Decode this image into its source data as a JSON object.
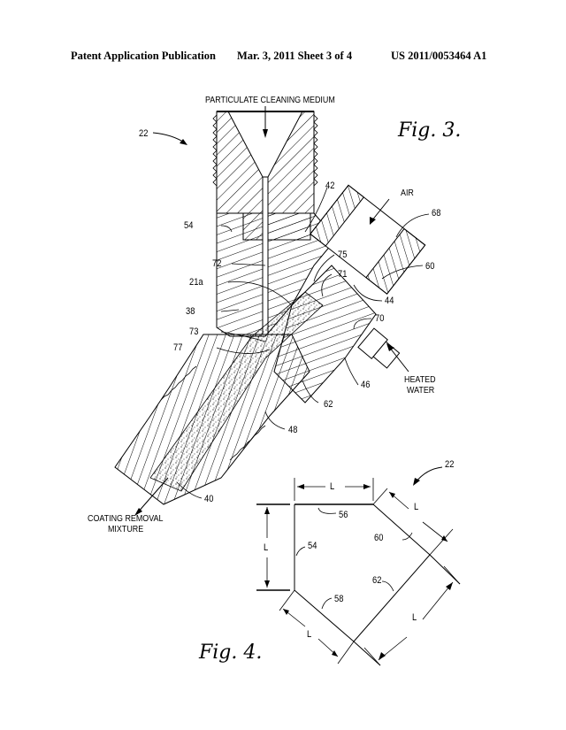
{
  "header": {
    "publication": "Patent Application Publication",
    "date_sheet": "Mar. 3, 2011   Sheet 3 of 4",
    "patent_number": "US 2011/0053464 A1"
  },
  "fig3": {
    "title": "Fig. 3.",
    "labels": {
      "input_medium": "PARTICULATE CLEANING MEDIUM",
      "air": "AIR",
      "heated_water_1": "HEATED",
      "heated_water_2": "WATER",
      "output_1": "COATING REMOVAL",
      "output_2": "MIXTURE"
    },
    "refs": {
      "r22": "22",
      "r42": "42",
      "r54": "54",
      "r68": "68",
      "r72": "72",
      "r75": "75",
      "r60": "60",
      "r71": "71",
      "r21a": "21a",
      "r44": "44",
      "r38": "38",
      "r70": "70",
      "r73": "73",
      "r77": "77",
      "r46": "46",
      "r62": "62",
      "r48": "48",
      "r40": "40"
    }
  },
  "fig4": {
    "title": "Fig. 4.",
    "refs": {
      "r22": "22",
      "r56": "56",
      "r54": "54",
      "r60": "60",
      "r62": "62",
      "r58": "58"
    },
    "dimension_label": "L"
  }
}
